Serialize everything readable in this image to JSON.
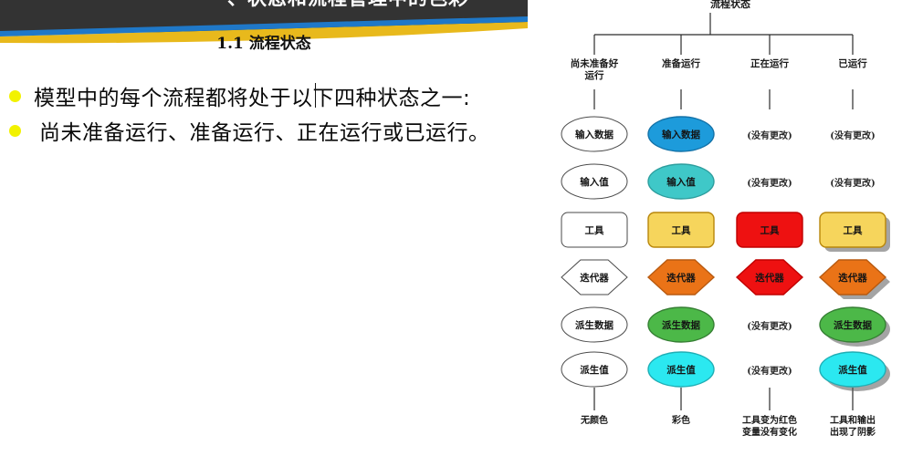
{
  "slide": {
    "title": "一、状态和流程管理中的色彩",
    "section_heading": "1.1 流程状态",
    "bullets": [
      "模型中的每个流程都将处于以下四种状态之一:",
      "尚未准备运行、准备运行、正在运行或已运行。"
    ],
    "accent_blue": "#1F78C8",
    "accent_gold": "#E8B91C",
    "band_dark": "#333333",
    "bullet_color": "#F2F200"
  },
  "diagram": {
    "root_title": "流程状态",
    "columns": [
      {
        "head": "尚未准备好\n运行",
        "foot": "无颜色"
      },
      {
        "head": "准备运行",
        "foot": "彩色"
      },
      {
        "head": "正在运行",
        "foot": "工具变为红色\n变量没有变化"
      },
      {
        "head": "已运行",
        "foot": "工具和输出\n出现了阴影"
      }
    ],
    "no_change_label": "(没有更改)",
    "rows": [
      {
        "name": "input-data",
        "shape": "ellipse",
        "label": "输入数据",
        "cells": [
          {
            "state": "outline",
            "fill": "none",
            "stroke": "#4a4a4a",
            "shadow": false
          },
          {
            "state": "filled",
            "fill": "#1D9BDB",
            "stroke": "#1472A8",
            "shadow": false
          },
          {
            "state": "nochange"
          },
          {
            "state": "nochange"
          }
        ]
      },
      {
        "name": "input-value",
        "shape": "ellipse",
        "label": "输入值",
        "cells": [
          {
            "state": "outline",
            "fill": "none",
            "stroke": "#4a4a4a",
            "shadow": false
          },
          {
            "state": "filled",
            "fill": "#3FC8C8",
            "stroke": "#2E9E9E",
            "shadow": false
          },
          {
            "state": "nochange"
          },
          {
            "state": "nochange"
          }
        ]
      },
      {
        "name": "tool",
        "shape": "roundrect",
        "label": "工具",
        "cells": [
          {
            "state": "outline",
            "fill": "none",
            "stroke": "#4a4a4a",
            "shadow": false
          },
          {
            "state": "filled",
            "fill": "#F6D55C",
            "stroke": "#B8860B",
            "shadow": false
          },
          {
            "state": "filled",
            "fill": "#EE1111",
            "stroke": "#C00000",
            "shadow": false
          },
          {
            "state": "filled",
            "fill": "#F6D55C",
            "stroke": "#B8860B",
            "shadow": true
          }
        ]
      },
      {
        "name": "iterator",
        "shape": "hexagon",
        "label": "迭代器",
        "cells": [
          {
            "state": "outline",
            "fill": "none",
            "stroke": "#4a4a4a",
            "shadow": false
          },
          {
            "state": "filled",
            "fill": "#EA7317",
            "stroke": "#B85A10",
            "shadow": false
          },
          {
            "state": "filled",
            "fill": "#EE1111",
            "stroke": "#C00000",
            "shadow": false
          },
          {
            "state": "filled",
            "fill": "#EA7317",
            "stroke": "#B85A10",
            "shadow": true
          }
        ]
      },
      {
        "name": "derived-data",
        "shape": "ellipse",
        "label": "派生数据",
        "cells": [
          {
            "state": "outline",
            "fill": "none",
            "stroke": "#4a4a4a",
            "shadow": false
          },
          {
            "state": "filled",
            "fill": "#4CB848",
            "stroke": "#367F34",
            "shadow": false
          },
          {
            "state": "nochange"
          },
          {
            "state": "filled",
            "fill": "#4CB848",
            "stroke": "#367F34",
            "shadow": true
          }
        ]
      },
      {
        "name": "derived-value",
        "shape": "ellipse",
        "label": "派生值",
        "cells": [
          {
            "state": "outline",
            "fill": "none",
            "stroke": "#4a4a4a",
            "shadow": false
          },
          {
            "state": "filled",
            "fill": "#2BE8F0",
            "stroke": "#1FAEB5",
            "shadow": false
          },
          {
            "state": "nochange"
          },
          {
            "state": "filled",
            "fill": "#2BE8F0",
            "stroke": "#1FAEB5",
            "shadow": true
          }
        ]
      }
    ],
    "column_centers": [
      61,
      156,
      253,
      344
    ],
    "row_centers": [
      147,
      199,
      252,
      304,
      356,
      405
    ]
  }
}
